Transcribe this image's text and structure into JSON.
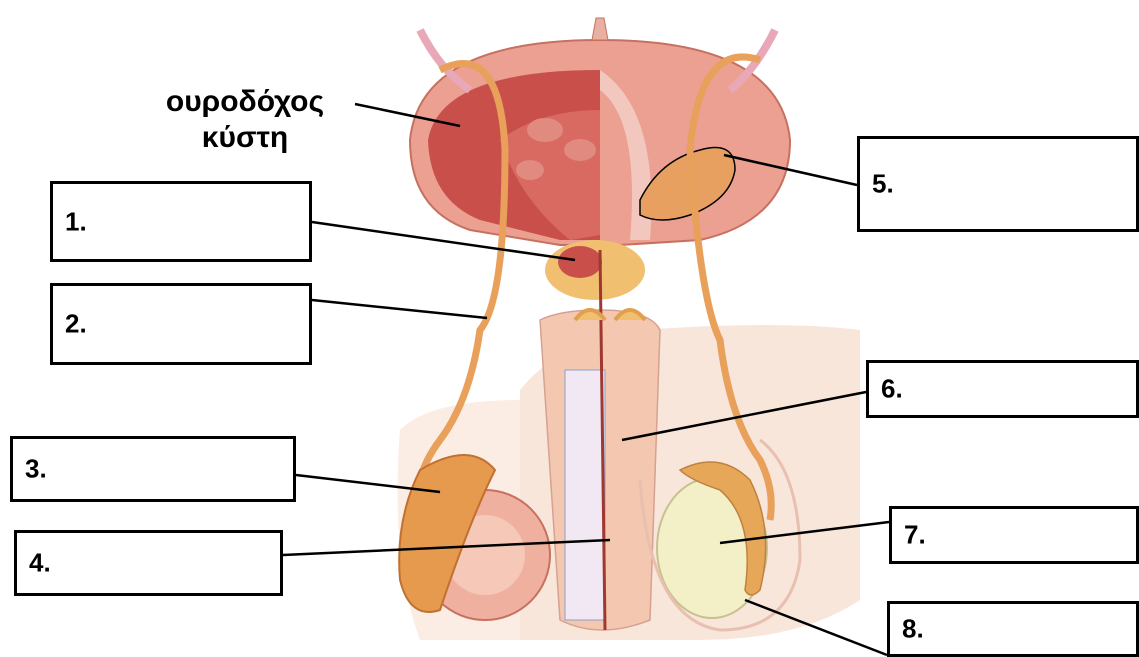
{
  "title": {
    "line1": "ουροδόχος",
    "line2": "κύστη"
  },
  "labels": [
    "1.",
    "2.",
    "3.",
    "4.",
    "5.",
    "6.",
    "7.",
    "8."
  ],
  "colors": {
    "bladder_outer": "#e89a8c",
    "bladder_inner": "#c9504a",
    "duct": "#e8a05a",
    "skin": "#f6d6c4",
    "testis": "#f3f0c8",
    "epididymis": "#e69a4e",
    "line": "#000000"
  }
}
